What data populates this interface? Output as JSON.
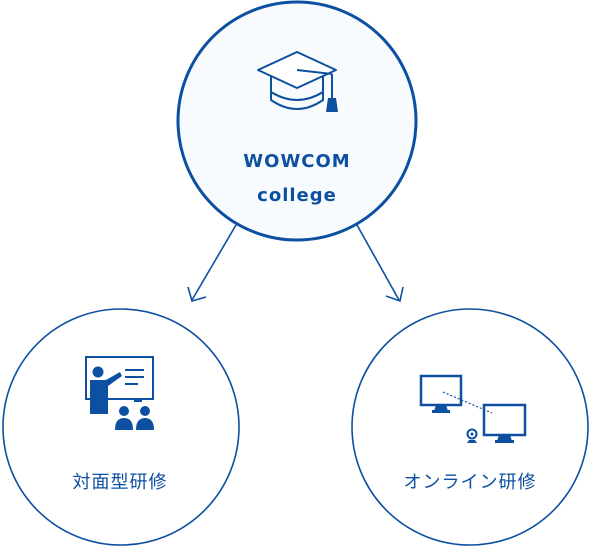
{
  "root": {
    "title_line1": "WOWCOM",
    "title_line2": "college"
  },
  "children": [
    {
      "label": "対面型研修"
    },
    {
      "label": "オンライン研修"
    }
  ],
  "colors": {
    "primary": "#0d4fa0",
    "circle_fill": "#f7fbfd",
    "icon_dark": "#0d4fa0"
  }
}
